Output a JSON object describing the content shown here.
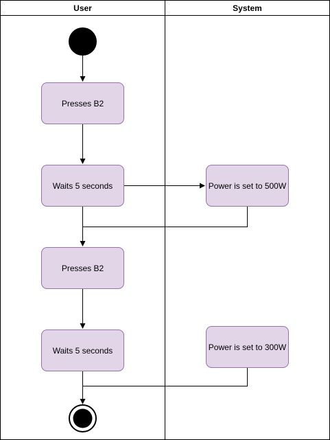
{
  "colors": {
    "node_fill": "#e1d5e7",
    "node_stroke": "#9673a6",
    "line": "#000000",
    "background": "#ffffff"
  },
  "swimlanes": [
    {
      "id": "user",
      "label": "User"
    },
    {
      "id": "system",
      "label": "System"
    }
  ],
  "nodes": {
    "start": {
      "kind": "initial"
    },
    "presses_b2_1": {
      "label": "Presses B2"
    },
    "waits_5s_1": {
      "label": "Waits 5 seconds"
    },
    "power_500": {
      "label": "Power is set to 500W"
    },
    "presses_b2_2": {
      "label": "Presses B2"
    },
    "waits_5s_2": {
      "label": "Waits 5 seconds"
    },
    "power_300": {
      "label": "Power is set to 300W"
    },
    "end": {
      "kind": "final"
    }
  },
  "edges": [
    {
      "from": "start",
      "to": "presses_b2_1",
      "arrow": true
    },
    {
      "from": "presses_b2_1",
      "to": "waits_5s_1",
      "arrow": true
    },
    {
      "from": "waits_5s_1",
      "to": "power_500",
      "arrow": true
    },
    {
      "from": "waits_5s_1",
      "to": "presses_b2_2",
      "arrow": true
    },
    {
      "from": "power_500",
      "to": "presses_b2_2",
      "arrow": false
    },
    {
      "from": "presses_b2_2",
      "to": "waits_5s_2",
      "arrow": true
    },
    {
      "from": "waits_5s_2",
      "to": "end",
      "arrow": true
    },
    {
      "from": "power_300",
      "to": "end",
      "arrow": false
    }
  ]
}
